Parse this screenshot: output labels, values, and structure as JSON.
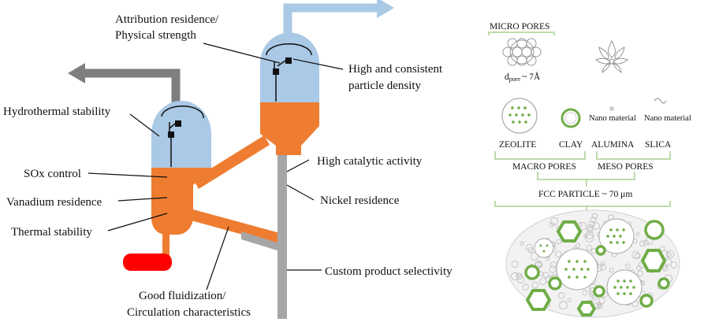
{
  "colors": {
    "vessel_blue": "#a9c9e6",
    "catalyst_orange": "#ee7d31",
    "riser_gray": "#a6a6a6",
    "flue_gray": "#7f7f7f",
    "red_block": "#ff0000",
    "zeolite_green": "#70ad47",
    "bracket_green": "#a9d18e"
  },
  "reactor_labels": {
    "attribution": "Attribution residence/",
    "physical": "Physical strength",
    "density_1": "High and consistent",
    "density_2": "particle density",
    "hydrothermal": "Hydrothermal stability",
    "sox": "SOx control",
    "vanadium": "Vanadium residence",
    "thermal": "Thermal stability",
    "catalytic": "High catalytic activity",
    "nickel": "Nickel residence",
    "selectivity": "Custom product selectivity",
    "fluid_1": "Good fluidization/",
    "fluid_2": "Circulation characteristics"
  },
  "particle_labels": {
    "micro_pores": "MICRO PORES",
    "dpore_base": "d",
    "dpore_sub": "pore",
    "dpore_value": "~ 7Å",
    "zeolite": "ZEOLITE",
    "clay": "CLAY",
    "alumina": "ALUMINA",
    "slica": "SLICA",
    "nano_1": "Nano material",
    "nano_2": "Nano material",
    "macro_pores": "MACRO PORES",
    "meso_pores": "MESO PORES",
    "fcc_particle": "FCC PARTICLE ~ 70 μm"
  },
  "icons": [
    "outlet-arrow-icon",
    "cyclone-icon",
    "zeolite-framework-icon",
    "alumina-flower-icon",
    "silica-squiggle-icon"
  ]
}
